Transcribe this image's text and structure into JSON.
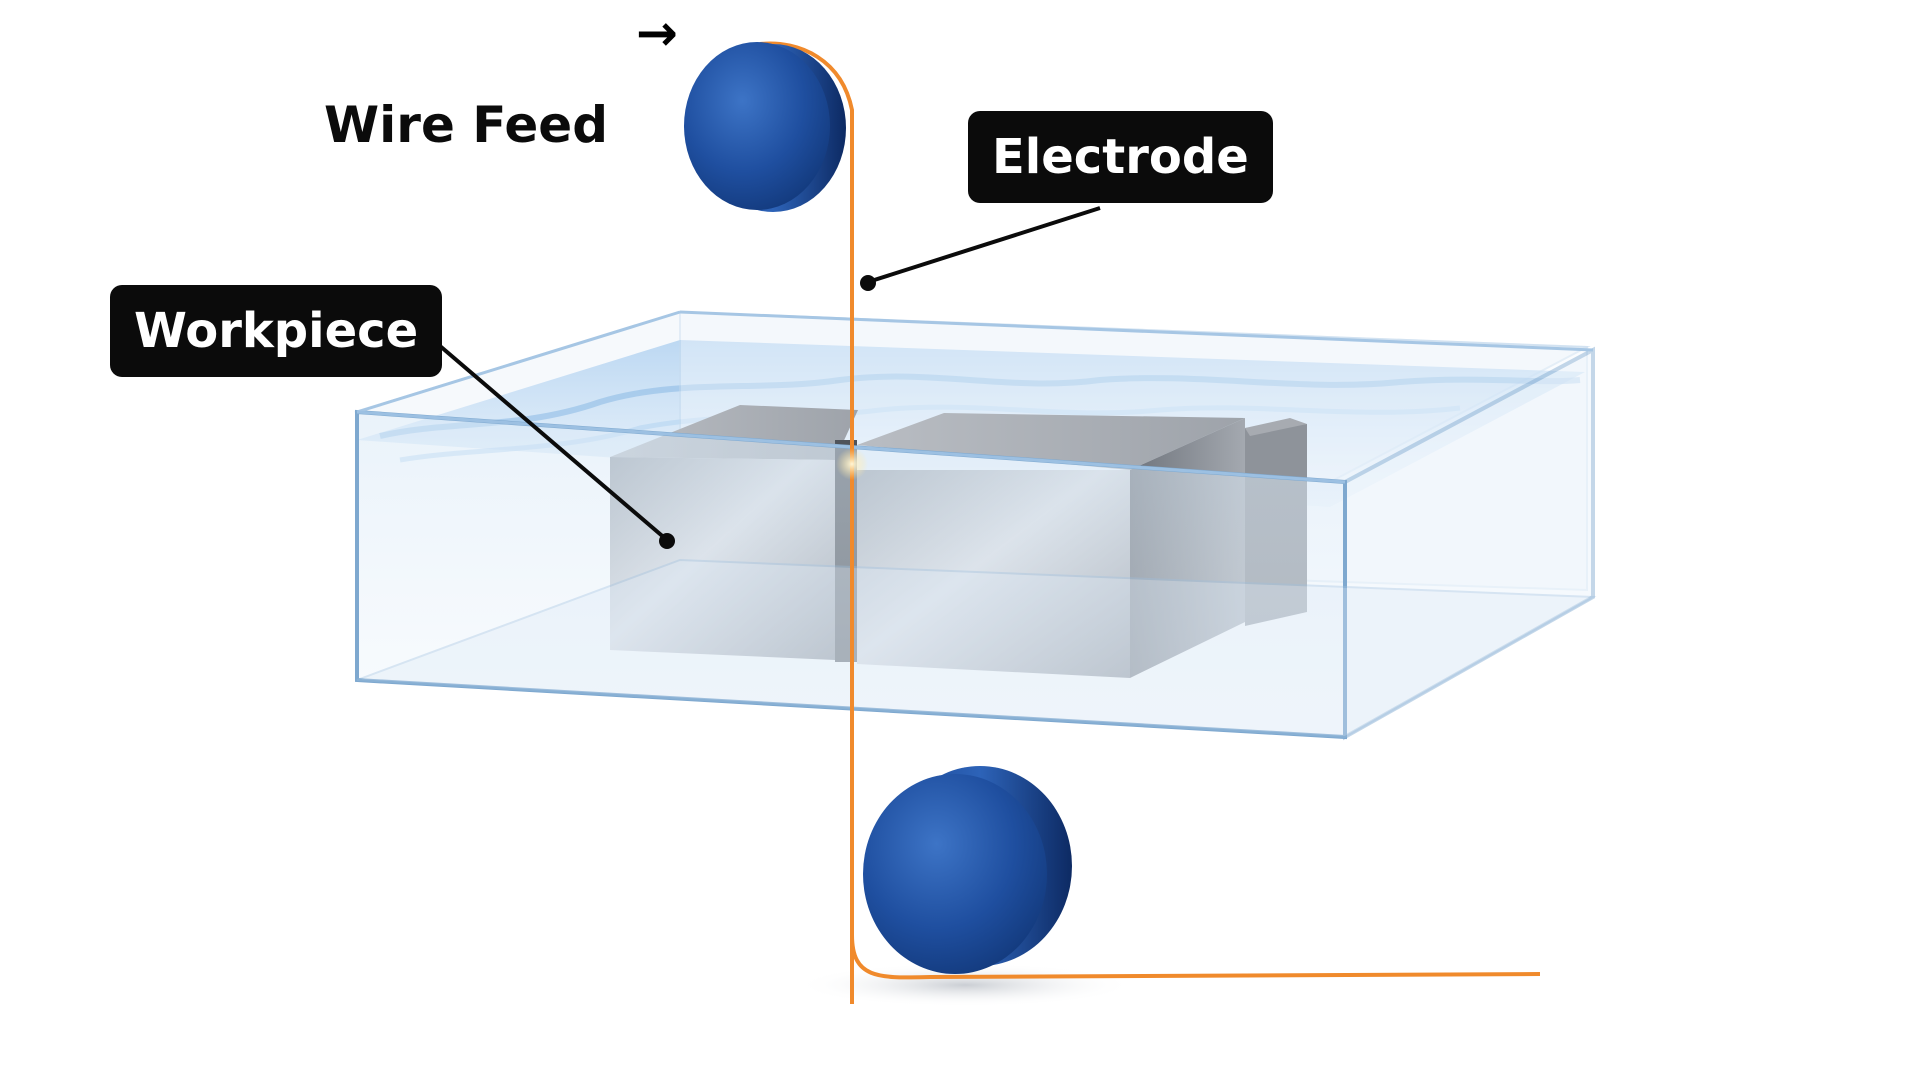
{
  "labels": {
    "wire_feed": "Wire Feed",
    "electrode": "Electrode",
    "workpiece": "Workpiece"
  },
  "icons": {
    "feed_direction": "→"
  },
  "colors": {
    "spool_blue": "#1f4fa0",
    "spool_dark": "#0f2f6e",
    "wire_orange": "#f08a2c",
    "water_blue": "#cfe3f5",
    "tank_edge": "#8fb7d9",
    "metal_light": "#d4d7dc",
    "metal_dark": "#7d828a",
    "label_bg": "#0b0b0b",
    "label_text": "#ffffff"
  }
}
